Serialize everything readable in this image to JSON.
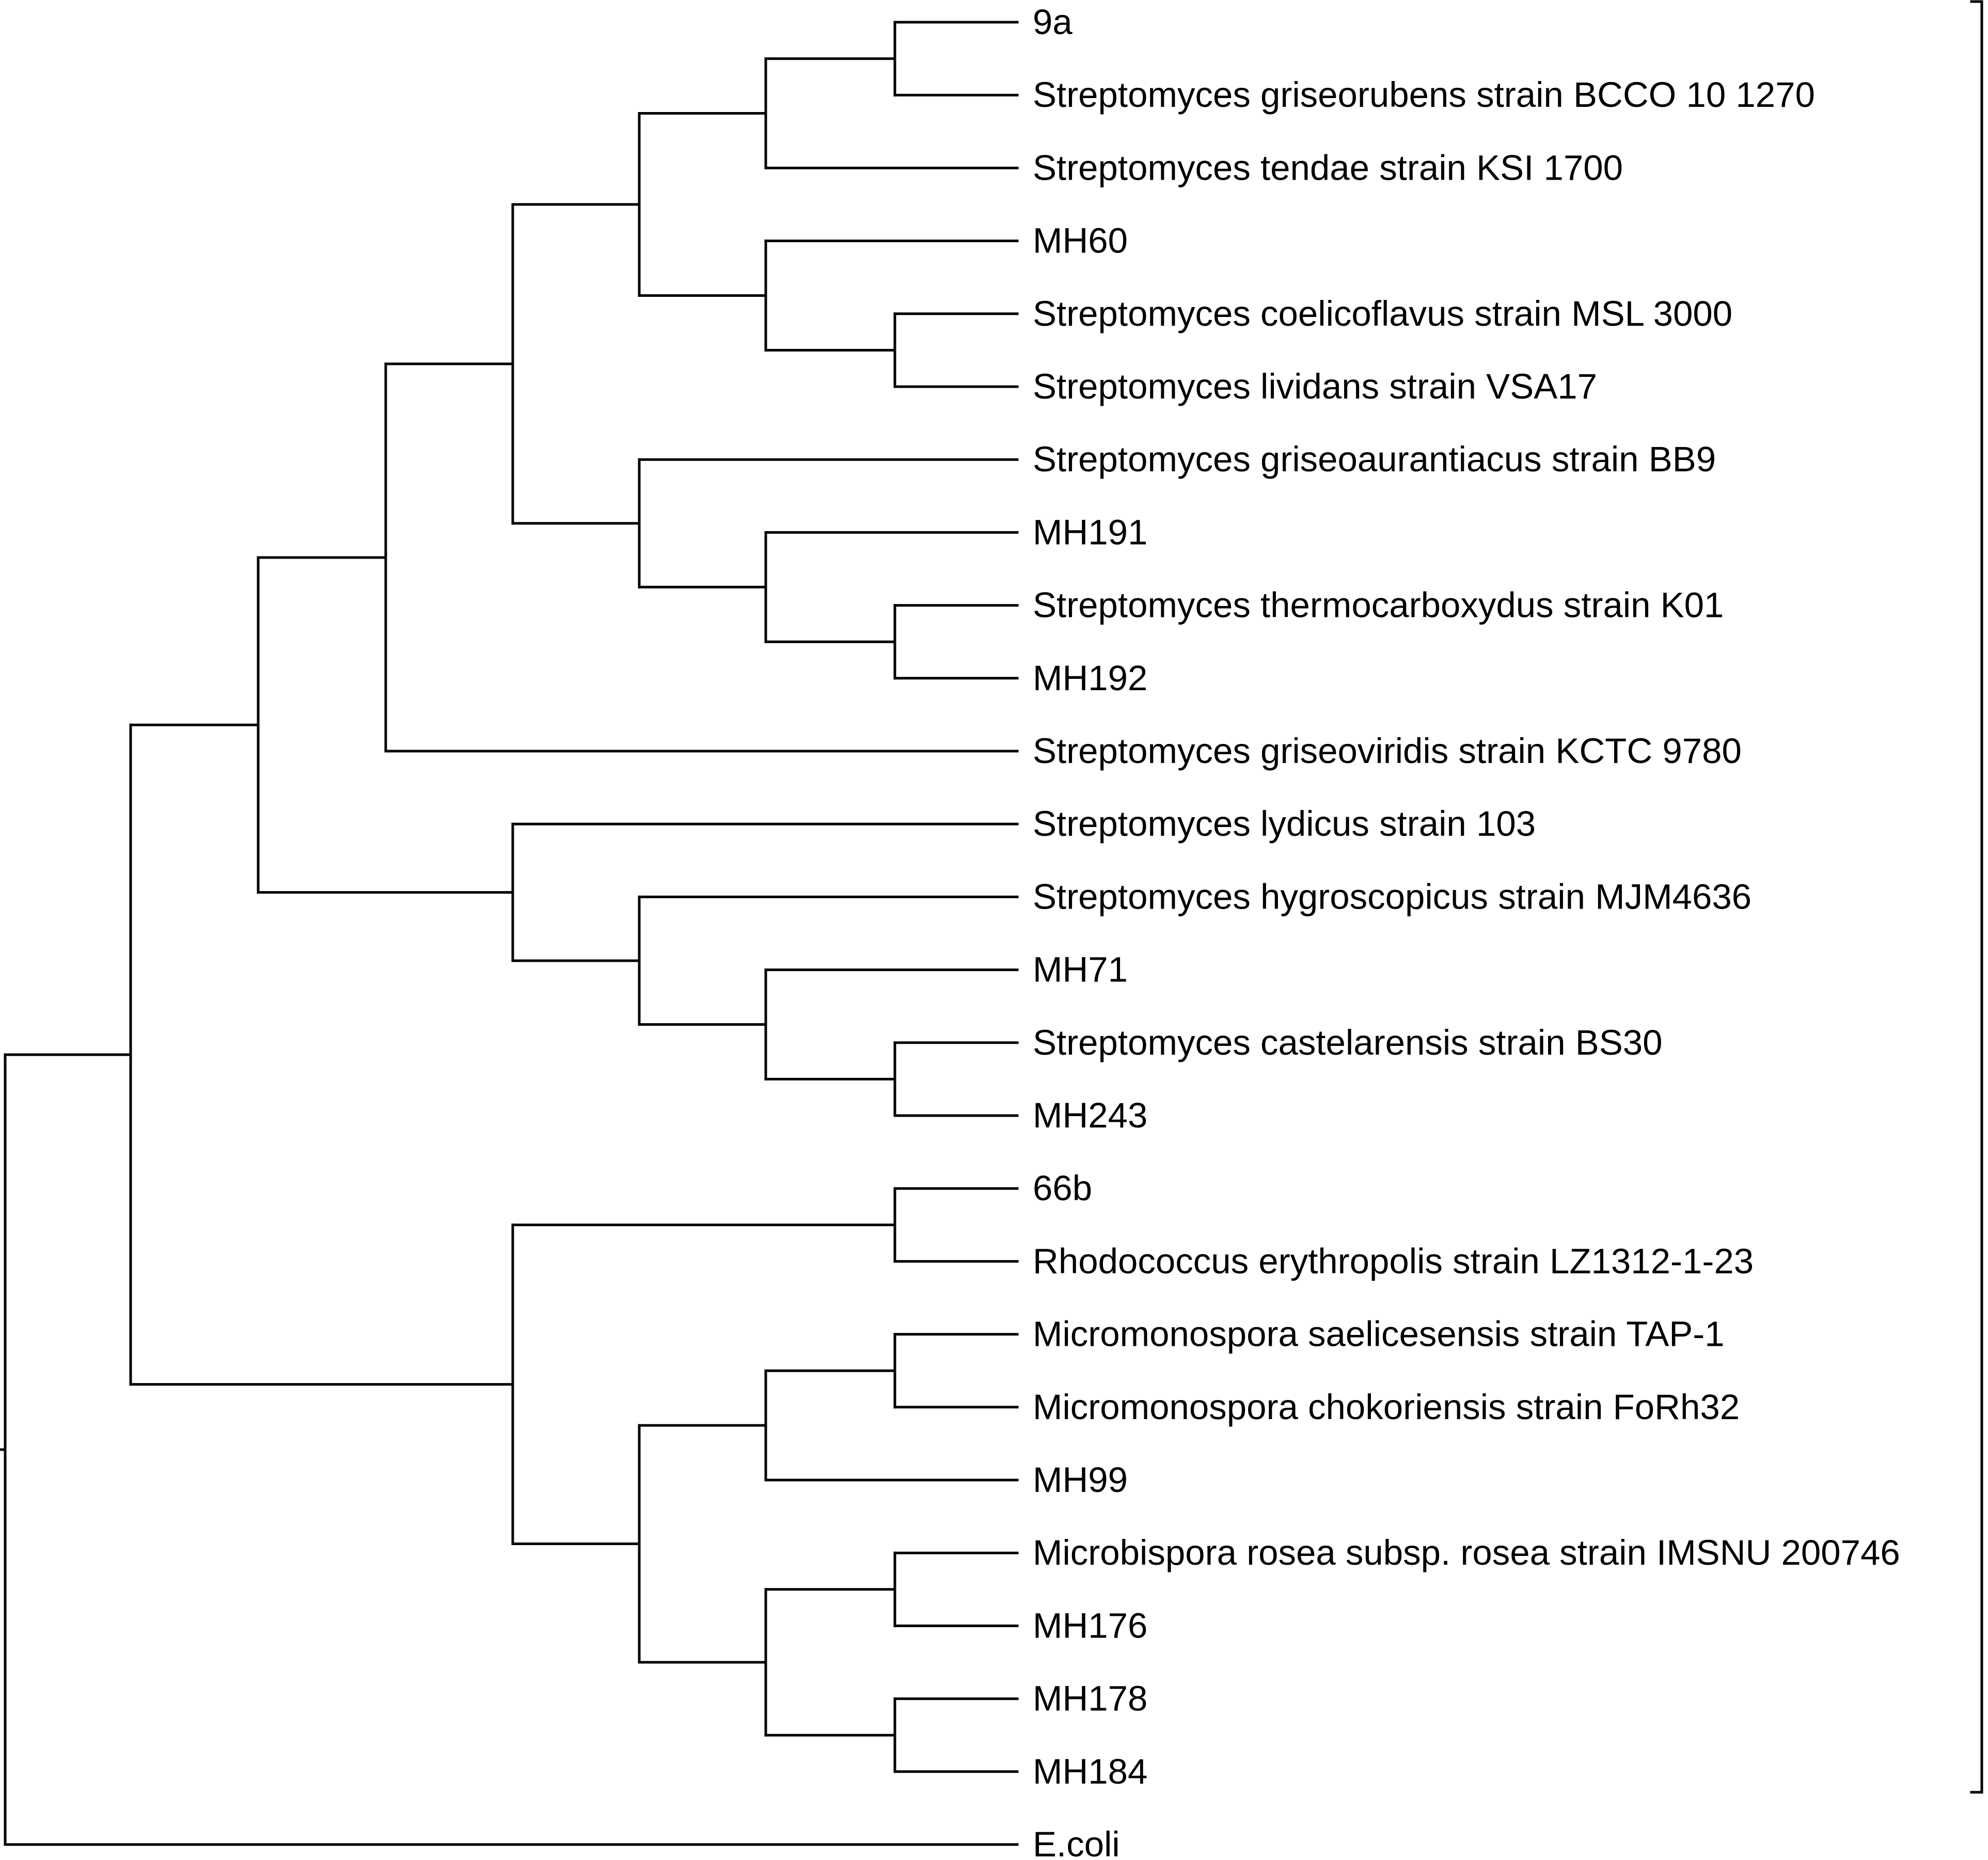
{
  "leaves": [
    {
      "id": "L0",
      "label": "9a"
    },
    {
      "id": "L1",
      "label": "Streptomyces griseorubens strain BCCO 10 1270"
    },
    {
      "id": "L2",
      "label": "Streptomyces tendae strain KSI 1700"
    },
    {
      "id": "L3",
      "label": "MH60"
    },
    {
      "id": "L4",
      "label": "Streptomyces coelicoflavus strain MSL 3000"
    },
    {
      "id": "L5",
      "label": "Streptomyces lividans strain VSA17"
    },
    {
      "id": "L6",
      "label": "Streptomyces griseoaurantiacus strain BB9"
    },
    {
      "id": "L7",
      "label": "MH191"
    },
    {
      "id": "L8",
      "label": "Streptomyces thermocarboxydus strain K01"
    },
    {
      "id": "L9",
      "label": "MH192"
    },
    {
      "id": "L10",
      "label": "Streptomyces griseoviridis strain KCTC 9780"
    },
    {
      "id": "L11",
      "label": "Streptomyces lydicus strain 103"
    },
    {
      "id": "L12",
      "label": "Streptomyces hygroscopicus strain MJM4636"
    },
    {
      "id": "L13",
      "label": "MH71"
    },
    {
      "id": "L14",
      "label": "Streptomyces castelarensis strain BS30"
    },
    {
      "id": "L15",
      "label": "MH243"
    },
    {
      "id": "L16",
      "label": "66b"
    },
    {
      "id": "L17",
      "label": "Rhodococcus erythropolis strain LZ1312-1-23"
    },
    {
      "id": "L18",
      "label": "Micromonospora saelicesensis strain TAP-1"
    },
    {
      "id": "L19",
      "label": "Micromonospora chokoriensis strain FoRh32"
    },
    {
      "id": "L20",
      "label": "MH99"
    },
    {
      "id": "L21",
      "label": "Microbispora rosea subsp. rosea strain IMSNU 200746"
    },
    {
      "id": "L22",
      "label": "MH176"
    },
    {
      "id": "L23",
      "label": "MH178"
    },
    {
      "id": "L24",
      "label": "MH184"
    },
    {
      "id": "L25",
      "label": "E.coli"
    }
  ],
  "clades": [
    {
      "id": "n1",
      "depth": 7,
      "children": [
        "L0",
        "L1"
      ]
    },
    {
      "id": "n2",
      "depth": 6,
      "children": [
        "n1",
        "L2"
      ]
    },
    {
      "id": "n3",
      "depth": 7,
      "children": [
        "L4",
        "L5"
      ]
    },
    {
      "id": "n4",
      "depth": 6,
      "children": [
        "L3",
        "n3"
      ]
    },
    {
      "id": "n5",
      "depth": 5,
      "children": [
        "n2",
        "n4"
      ]
    },
    {
      "id": "n6",
      "depth": 7,
      "children": [
        "L8",
        "L9"
      ]
    },
    {
      "id": "n7",
      "depth": 6,
      "children": [
        "L7",
        "n6"
      ]
    },
    {
      "id": "n8",
      "depth": 5,
      "children": [
        "L6",
        "n7"
      ]
    },
    {
      "id": "n9",
      "depth": 4,
      "children": [
        "n5",
        "n8"
      ]
    },
    {
      "id": "n10",
      "depth": 3,
      "children": [
        "n9",
        "L10"
      ]
    },
    {
      "id": "n11",
      "depth": 7,
      "children": [
        "L14",
        "L15"
      ]
    },
    {
      "id": "n12",
      "depth": 6,
      "children": [
        "L13",
        "n11"
      ]
    },
    {
      "id": "n13",
      "depth": 5,
      "children": [
        "L12",
        "n12"
      ]
    },
    {
      "id": "n14",
      "depth": 4,
      "children": [
        "L11",
        "n13"
      ]
    },
    {
      "id": "n15",
      "depth": 2,
      "children": [
        "n10",
        "n14"
      ]
    },
    {
      "id": "n16",
      "depth": 7,
      "children": [
        "L16",
        "L17"
      ]
    },
    {
      "id": "n17",
      "depth": 7,
      "children": [
        "L18",
        "L19"
      ]
    },
    {
      "id": "n18",
      "depth": 6,
      "children": [
        "n17",
        "L20"
      ]
    },
    {
      "id": "n19",
      "depth": 7,
      "children": [
        "L21",
        "L22"
      ]
    },
    {
      "id": "n20",
      "depth": 7,
      "children": [
        "L23",
        "L24"
      ]
    },
    {
      "id": "n21",
      "depth": 6,
      "children": [
        "n19",
        "n20"
      ]
    },
    {
      "id": "n22",
      "depth": 5,
      "children": [
        "n18",
        "n21"
      ]
    },
    {
      "id": "n23",
      "depth": 4,
      "children": [
        "n16",
        "n22"
      ]
    },
    {
      "id": "n24",
      "depth": 1,
      "children": [
        "n15",
        "n23"
      ]
    },
    {
      "id": "n25",
      "depth": 0,
      "children": [
        "n24",
        "L25"
      ]
    }
  ],
  "bracket": {
    "first_leaf": "L0",
    "last_leaf": "L24"
  }
}
